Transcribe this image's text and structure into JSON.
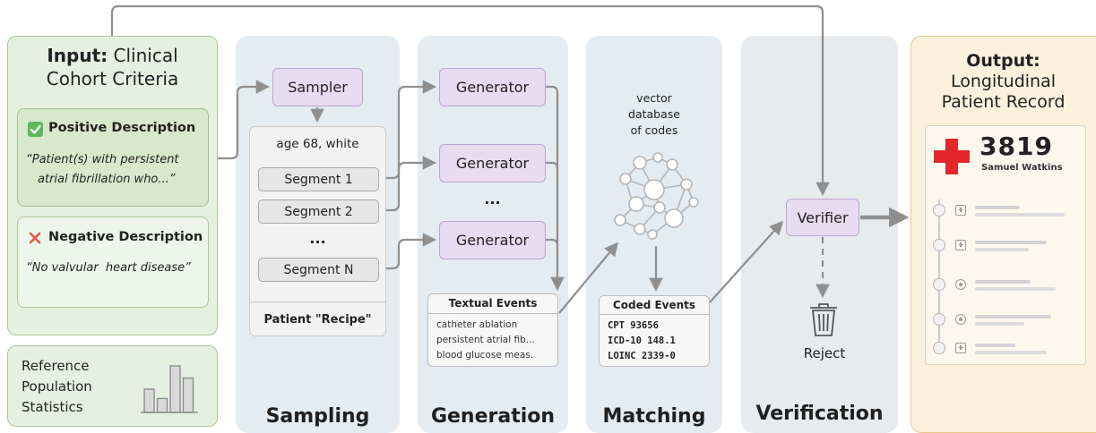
{
  "input": {
    "title_bold": "Input:",
    "title_rest": "Clinical",
    "title_line2": "Cohort Criteria",
    "positive": {
      "icon": "check-icon",
      "title": "Positive Description",
      "text_line1": "“Patient(s) with persistent",
      "text_line2": "atrial fibrillation who...”"
    },
    "negative": {
      "icon": "cross-icon",
      "title": "Negative Description",
      "text": "“No valvular  heart disease”"
    },
    "reference": {
      "line1": "Reference",
      "line2": "Population",
      "line3": "Statistics",
      "bar_levels": [
        0.5,
        0.3,
        1.0,
        0.74
      ]
    }
  },
  "sampling": {
    "stage_title": "Sampling",
    "sampler": "Sampler",
    "recipe": {
      "header": "age 68, white",
      "segments": [
        "Segment 1",
        "Segment 2",
        "Segment N"
      ],
      "ellipsis": "...",
      "footer": "Patient \"Recipe\""
    }
  },
  "generation": {
    "stage_title": "Generation",
    "generators": [
      "Generator",
      "Generator",
      "Generator"
    ],
    "ellipsis": "...",
    "textual_events": {
      "title": "Textual Events",
      "items": [
        "catheter ablation",
        "persistent atrial fib...",
        "blood glucose meas."
      ]
    }
  },
  "matching": {
    "stage_title": "Matching",
    "db_label_line1": "vector",
    "db_label_line2": "database",
    "db_label_line3": "of codes",
    "coded_events": {
      "title": "Coded Events",
      "items": [
        "CPT 93656",
        "ICD-10 148.1",
        "LOINC 2339-0"
      ]
    }
  },
  "verification": {
    "stage_title": "Verification",
    "verifier": "Verifier",
    "reject": "Reject"
  },
  "output": {
    "title_bold": "Output:",
    "title_line2": "Longitudinal",
    "title_line3": "Patient Record",
    "record": {
      "id": "3819",
      "name": "Samuel Watkins",
      "event_icons": [
        "plus-square-icon",
        "plus-square-icon",
        "target-icon",
        "target-icon",
        "plus-square-icon"
      ]
    }
  },
  "colors": {
    "input_bg": "#e6f0e0",
    "input_border": "#a9c79b",
    "stage_bg": "#e4ebf1",
    "verification_bg": "#e8ebee",
    "output_bg": "#fbf1dd",
    "output_border": "#e9c88b",
    "node_bg": "#e7dcf1",
    "arrow": "#8f8f8f",
    "red_cross": "#e3262b",
    "check_green": "#5db85c"
  }
}
